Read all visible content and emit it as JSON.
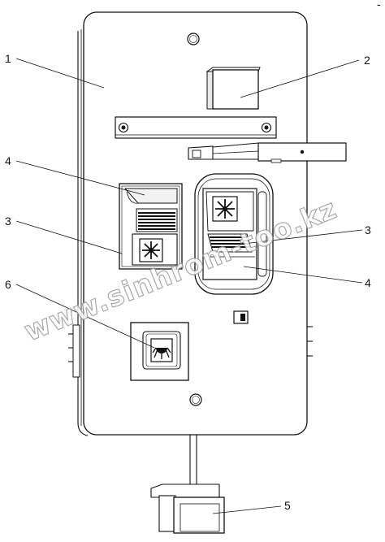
{
  "diagram": {
    "callouts": {
      "c1": "1",
      "c2": "2",
      "c3_left": "3",
      "c3_right": "3",
      "c4_left": "4",
      "c4_right": "4",
      "c5": "5",
      "c6": "6"
    },
    "watermark": "www.sinhrom-too.kz",
    "corner_mark": "-"
  }
}
